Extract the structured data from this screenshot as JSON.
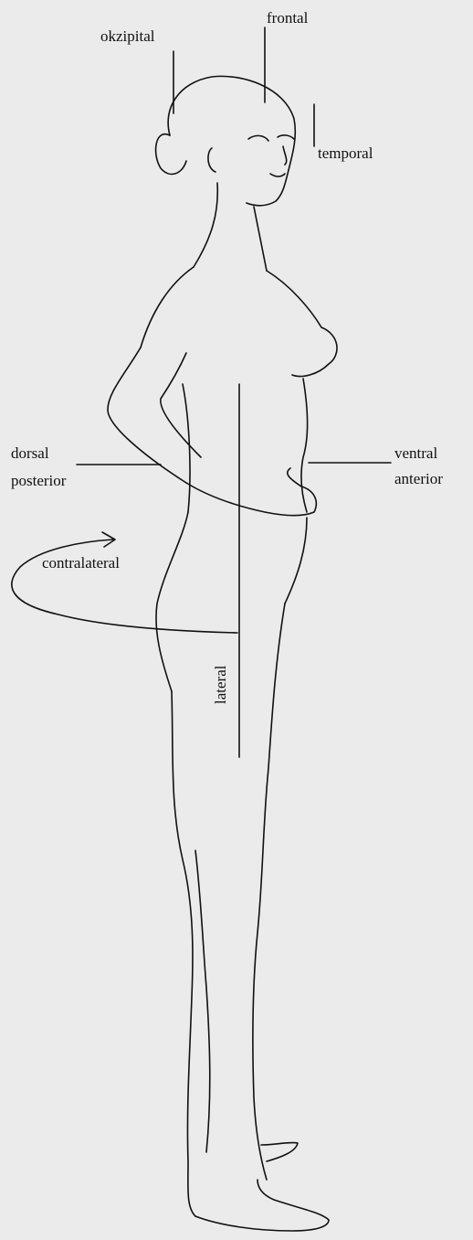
{
  "labels": {
    "frontal": "frontal",
    "okzipital": "okzipital",
    "temporal": "temporal",
    "dorsal": "dorsal",
    "posterior": "posterior",
    "ventral": "ventral",
    "anterior": "anterior",
    "contralateral": "contralateral",
    "lateral": "lateral"
  },
  "colors": {
    "background": "#ebebeb",
    "ink": "#111111"
  }
}
